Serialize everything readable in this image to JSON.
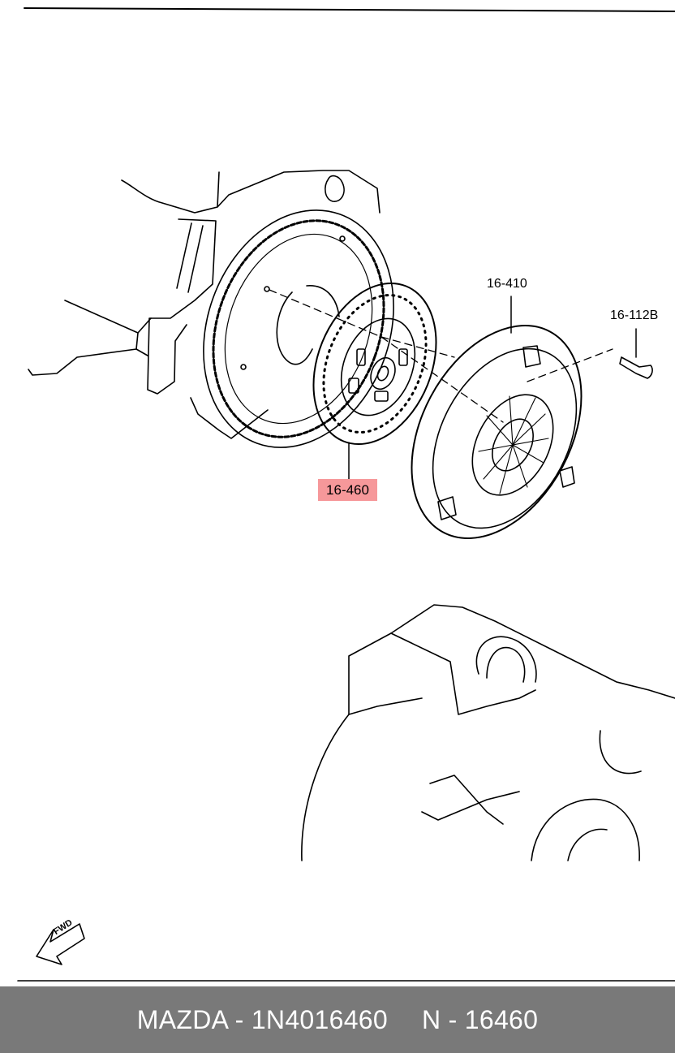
{
  "labels": {
    "pressure_plate": "16-410",
    "bolt": "16-112B",
    "clutch_disc": "16-460"
  },
  "fwd_label": "FWD",
  "highlight_color": "#f6989a",
  "footer": {
    "part_info": "MAZDA - 1N4016460",
    "ref_number": "N - 16460",
    "background": "#797979"
  }
}
